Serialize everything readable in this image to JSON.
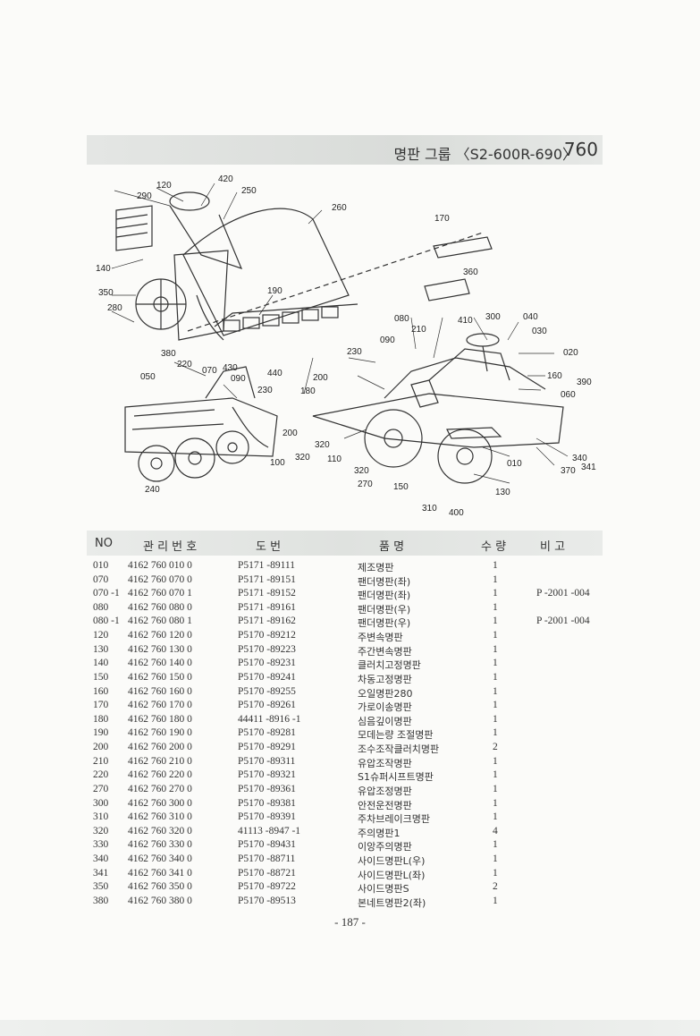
{
  "header": {
    "title": "명판 그룹 〈S2-600R-690〉",
    "group_no": "760"
  },
  "diagram": {
    "callouts": [
      "120",
      "420",
      "290",
      "250",
      "260",
      "170",
      "140",
      "360",
      "350",
      "190",
      "280",
      "080",
      "410",
      "300",
      "040",
      "030",
      "090",
      "210",
      "020",
      "380",
      "220",
      "070",
      "430",
      "230",
      "050",
      "090",
      "440",
      "200",
      "160",
      "390",
      "060",
      "180",
      "230",
      "200",
      "320",
      "110",
      "340",
      "370",
      "341",
      "010",
      "320",
      "100",
      "240",
      "320",
      "270",
      "150",
      "130",
      "310",
      "400"
    ]
  },
  "table": {
    "headers": {
      "no": "NO",
      "mgmt": "관 리 번 호",
      "dwg": "도    번",
      "name": "품    명",
      "qty": "수  량",
      "remark": "비  고"
    },
    "rows": [
      {
        "no": "010",
        "mgmt": "4162  760  010  0",
        "dwg": "P5171 -89111",
        "name": "제조명판",
        "qty": "1",
        "remark": ""
      },
      {
        "no": "070",
        "mgmt": "4162  760  070  0",
        "dwg": "P5171 -89151",
        "name": "팬더명판(좌)",
        "qty": "1",
        "remark": ""
      },
      {
        "no": "070 -1",
        "mgmt": "4162  760  070  1",
        "dwg": "P5171 -89152",
        "name": "팬더명판(좌)",
        "qty": "1",
        "remark": "P -2001 -004"
      },
      {
        "no": "080",
        "mgmt": "4162  760  080  0",
        "dwg": "P5171 -89161",
        "name": "팬더명판(우)",
        "qty": "1",
        "remark": ""
      },
      {
        "no": "080 -1",
        "mgmt": "4162  760  080  1",
        "dwg": "P5171 -89162",
        "name": "팬더명판(우)",
        "qty": "1",
        "remark": "P -2001 -004"
      },
      {
        "no": "120",
        "mgmt": "4162  760  120  0",
        "dwg": "P5170 -89212",
        "name": "주변속명판",
        "qty": "1",
        "remark": ""
      },
      {
        "no": "130",
        "mgmt": "4162  760  130  0",
        "dwg": "P5170 -89223",
        "name": "주간변속명판",
        "qty": "1",
        "remark": ""
      },
      {
        "no": "140",
        "mgmt": "4162  760  140  0",
        "dwg": "P5170 -89231",
        "name": "클러치고정명판",
        "qty": "1",
        "remark": ""
      },
      {
        "no": "150",
        "mgmt": "4162  760  150  0",
        "dwg": "P5170 -89241",
        "name": "차동고정명판",
        "qty": "1",
        "remark": ""
      },
      {
        "no": "160",
        "mgmt": "4162  760  160  0",
        "dwg": "P5170 -89255",
        "name": "오일명판280",
        "qty": "1",
        "remark": ""
      },
      {
        "no": "170",
        "mgmt": "4162  760  170  0",
        "dwg": "P5170 -89261",
        "name": "가로이송명판",
        "qty": "1",
        "remark": ""
      },
      {
        "no": "180",
        "mgmt": "4162  760  180  0",
        "dwg": "44411 -8916 -1",
        "name": "심음깊이명판",
        "qty": "1",
        "remark": ""
      },
      {
        "no": "190",
        "mgmt": "4162  760  190  0",
        "dwg": "P5170 -89281",
        "name": "모데는량 조절명판",
        "qty": "1",
        "remark": ""
      },
      {
        "no": "200",
        "mgmt": "4162  760  200  0",
        "dwg": "P5170 -89291",
        "name": "조수조작클러치명판",
        "qty": "2",
        "remark": ""
      },
      {
        "no": "210",
        "mgmt": "4162  760  210  0",
        "dwg": "P5170 -89311",
        "name": "유압조작명판",
        "qty": "1",
        "remark": ""
      },
      {
        "no": "220",
        "mgmt": "4162  760  220  0",
        "dwg": "P5170 -89321",
        "name": "S1슈퍼시프트명판",
        "qty": "1",
        "remark": ""
      },
      {
        "no": "270",
        "mgmt": "4162  760  270  0",
        "dwg": "P5170 -89361",
        "name": "유압조정명판",
        "qty": "1",
        "remark": ""
      },
      {
        "no": "300",
        "mgmt": "4162  760  300  0",
        "dwg": "P5170 -89381",
        "name": "안전운전명판",
        "qty": "1",
        "remark": ""
      },
      {
        "no": "310",
        "mgmt": "4162  760  310  0",
        "dwg": "P5170 -89391",
        "name": "주차브레이크명판",
        "qty": "1",
        "remark": ""
      },
      {
        "no": "320",
        "mgmt": "4162  760  320  0",
        "dwg": "41113 -8947 -1",
        "name": "주의명판1",
        "qty": "4",
        "remark": ""
      },
      {
        "no": "330",
        "mgmt": "4162  760  330  0",
        "dwg": "P5170 -89431",
        "name": "이앙주의명판",
        "qty": "1",
        "remark": ""
      },
      {
        "no": "340",
        "mgmt": "4162  760  340  0",
        "dwg": "P5170 -88711",
        "name": "사이드명판L(우)",
        "qty": "1",
        "remark": ""
      },
      {
        "no": "341",
        "mgmt": "4162  760  341  0",
        "dwg": "P5170 -88721",
        "name": "사이드명판L(좌)",
        "qty": "1",
        "remark": ""
      },
      {
        "no": "350",
        "mgmt": "4162  760  350  0",
        "dwg": "P5170 -89722",
        "name": "사이드명판S",
        "qty": "2",
        "remark": ""
      },
      {
        "no": "380",
        "mgmt": "4162  760  380  0",
        "dwg": "P5170 -89513",
        "name": "본네트명판2(좌)",
        "qty": "1",
        "remark": ""
      }
    ]
  },
  "footer": {
    "page": "- 187 -"
  }
}
